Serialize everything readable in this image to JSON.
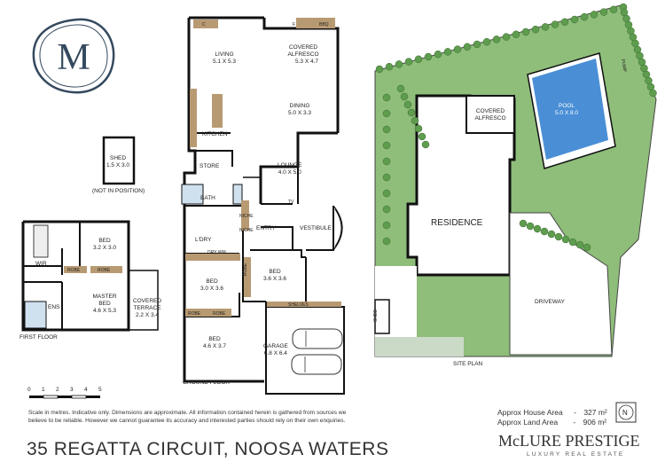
{
  "logo": {
    "text": "M"
  },
  "rooms": {
    "living": {
      "name": "LIVING",
      "dims": "5.1 X 5.3"
    },
    "covered_alfresco": {
      "name": "COVERED ALFRESCO",
      "dims": "5.3 X 4.7"
    },
    "dining": {
      "name": "DINING",
      "dims": "5.0 X 3.3"
    },
    "kitchen": {
      "name": "KITCHEN"
    },
    "store": {
      "name": "STORE"
    },
    "lounge": {
      "name": "LOUNGE",
      "dims": "4.0 X 5.0"
    },
    "bath": {
      "name": "BATH"
    },
    "tv": {
      "name": "TV"
    },
    "niche1": {
      "name": "NICHE"
    },
    "niche2": {
      "name": "NICHE"
    },
    "entry": {
      "name": "ENTRY"
    },
    "vestibule": {
      "name": "VESTIBULE"
    },
    "laundry": {
      "name": "L'DRY"
    },
    "dry_wm": {
      "name": "DRY  WM"
    },
    "bed_gf1": {
      "name": "BED",
      "dims": "3.0 X 3.6"
    },
    "bed_gf2": {
      "name": "BED",
      "dims": "3.6 X 3.6"
    },
    "bed_gf3": {
      "name": "BED",
      "dims": "4.6 X 3.7"
    },
    "robe_gf1": {
      "name": "ROBE"
    },
    "robe_gf2": {
      "name": "ROBE"
    },
    "robe_gf3": {
      "name": "ROBE"
    },
    "shelves": {
      "name": "SHELVES"
    },
    "garage": {
      "name": "GARAGE",
      "dims": "6.8 X 6.4"
    },
    "shed": {
      "name": "SHED",
      "dims": "1.5 X 3.0"
    },
    "shed_note": "(NOT IN POSITION)",
    "bed_ff": {
      "name": "BED",
      "dims": "3.2 X 3.0"
    },
    "wir": {
      "name": "WIR"
    },
    "robe_ff1": {
      "name": "ROBE"
    },
    "robe_ff2": {
      "name": "ROBE"
    },
    "master_bed": {
      "name": "MASTER BED",
      "dims": "4.6 X 5.3"
    },
    "ens": {
      "name": "ENS"
    },
    "covered_terrace": {
      "name": "COVERED TERRACE",
      "dims": "2.2 X 3.4"
    },
    "c_label": "C",
    "f_label": "F",
    "bbq_label": "BBQ"
  },
  "floor_labels": {
    "first": "FIRST FLOOR",
    "ground": "GROUND FLOOR"
  },
  "site": {
    "covered_alfresco": "COVERED ALFRESCO",
    "pool": {
      "name": "POOL",
      "dims": "5.0 X 8.0"
    },
    "pump": "PUMP",
    "residence": "RESIDENCE",
    "driveway": "DRIVEWAY",
    "shed": "SHED",
    "title": "SITE PLAN"
  },
  "scale": {
    "ticks": [
      "0",
      "1",
      "2",
      "3",
      "4",
      "5"
    ]
  },
  "disclaimer": "Scale in metres. Indicative only. Dimensions are approximate. All information contained herein is gathered from sources we believe to be reliable. However we cannot guarantee its accuracy and interested parties should rely on their own enquiries.",
  "address": "35 REGATTA CIRCUIT, NOOSA WATERS",
  "areas": {
    "house_label": "Approx House Area",
    "house_value": "327 m²",
    "land_label": "Approx Land Area",
    "land_value": "906 m²",
    "sep": "-"
  },
  "north": "N",
  "brand": {
    "name": "McLURE PRESTIGE",
    "tagline": "LUXURY REAL ESTATE"
  },
  "colors": {
    "grass": "#8fbd7a",
    "pool": "#4a8fd6",
    "wall": "#111111",
    "timber": "#b89a72",
    "tile": "#cfe1ef",
    "tree": "#5e9c4e"
  }
}
